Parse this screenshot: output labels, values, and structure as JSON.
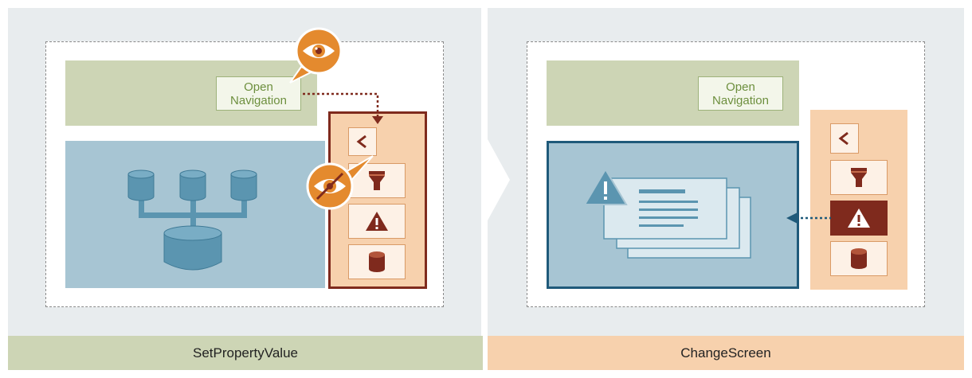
{
  "left_panel": {
    "open_navigation_label": [
      "Open",
      "Navigation"
    ],
    "caption": "SetPropertyValue"
  },
  "right_panel": {
    "open_navigation_label": [
      "Open",
      "Navigation"
    ],
    "caption": "ChangeScreen"
  },
  "icons": {
    "back": "back-chevron-icon",
    "funnel": "funnel-icon",
    "warning": "warning-icon",
    "database": "database-icon",
    "visible": "eye-icon",
    "hidden": "eye-slash-icon",
    "documents": "document-stack-icon"
  },
  "colors": {
    "panel_bg": "#e8ecee",
    "green_bar": "#cdd5b5",
    "peach": "#f7d1ad",
    "blue_area": "#a7c5d3",
    "dark_red": "#7f2a1d",
    "dark_blue": "#1f5a7a",
    "orange_badge": "#e48a2e"
  }
}
